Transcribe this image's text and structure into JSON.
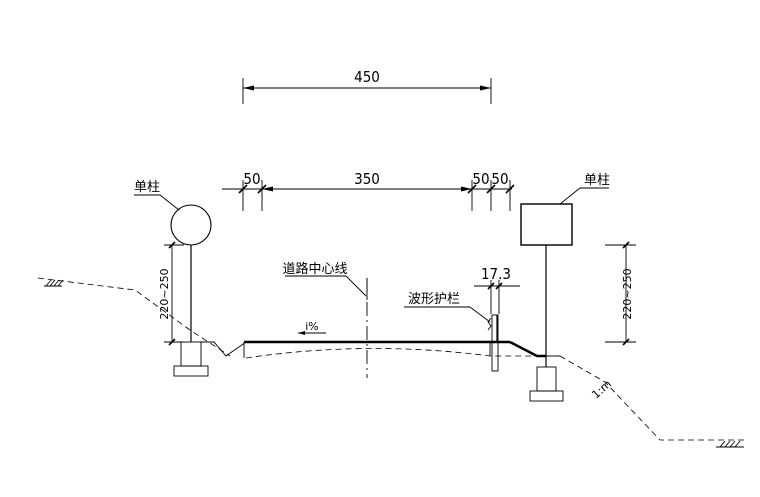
{
  "dimensions": {
    "overall_width": "450",
    "left_shoulder": "50",
    "carriageway": "350",
    "right_shoulder_1": "50",
    "right_shoulder_2": "50",
    "guardrail_offset": "17.3",
    "sign_height_left": "220~250",
    "sign_height_right": "220~250"
  },
  "labels": {
    "left_sign": "单柱",
    "right_sign": "单柱",
    "centerline": "道路中心线",
    "guardrail": "波形护栏",
    "crossfall": "i%",
    "slope": "1:m"
  },
  "colors": {
    "line": "#000000",
    "background": "#ffffff"
  }
}
